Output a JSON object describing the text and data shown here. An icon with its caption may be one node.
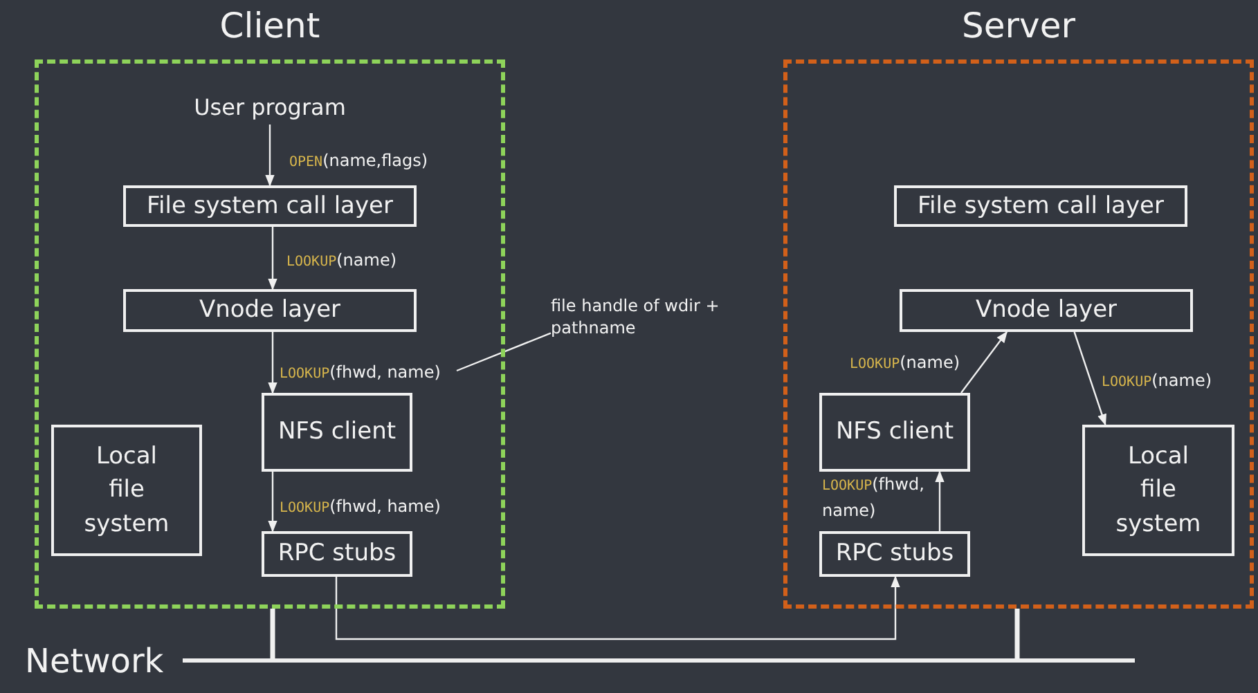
{
  "diagram": {
    "nodes": [
      {
        "text": [
          "Client"
        ]
      },
      {
        "text": [
          "User program"
        ],
        "in": 0
      },
      {
        "text": [
          "File system call layer"
        ],
        "in": 0
      },
      {
        "text": [
          "Vnode layer"
        ],
        "in": 0
      },
      {
        "text": [
          "NFS client"
        ],
        "in": 0
      },
      {
        "text": [
          "Local file system"
        ],
        "in": 0
      },
      {
        "text": [
          "RPC stubs"
        ],
        "in": 0
      },
      {
        "text": [
          "Server"
        ]
      },
      {
        "text": [
          "File system call layer"
        ],
        "in": 7
      },
      {
        "text": [
          "Vnode layer"
        ],
        "in": 7
      },
      {
        "text": [
          "NFS client"
        ],
        "in": 7
      },
      {
        "text": [
          "Local file system"
        ],
        "in": 7
      },
      {
        "text": [
          "RPC stubs"
        ],
        "in": 7
      },
      {
        "text": [],
        "shape": "bar",
        "beside": [
          "Network"
        ]
      },
      {
        "text": [
          "file handle of wdir + pathname"
        ]
      }
    ],
    "edges": [
      {
        "from": 1,
        "to": 2,
        "arrow": "to",
        "label": "OPEN(name,flags)"
      },
      {
        "from": 2,
        "to": 3,
        "arrow": "to",
        "label": "LOOKUP(name)"
      },
      {
        "from": 3,
        "to": 4,
        "arrow": "to",
        "label": "LOOKUP(fhwd, name)"
      },
      {
        "from": 4,
        "to": 6,
        "arrow": "to",
        "label": "LOOKUP(fhwd, hame)"
      },
      {
        "from": 6,
        "to": 12,
        "arrow": "to"
      },
      {
        "from": 12,
        "to": 10,
        "arrow": "to",
        "label": "LOOKUP(fhwd, name)"
      },
      {
        "from": 10,
        "to": 9,
        "arrow": "to",
        "label": "LOOKUP(name)"
      },
      {
        "from": 9,
        "to": 11,
        "arrow": "to",
        "label": "LOOKUP(name)"
      },
      {
        "from": 0,
        "to": 13,
        "arrow": "none",
        "style": "thick"
      },
      {
        "from": 7,
        "to": 13,
        "arrow": "none",
        "style": "thick"
      },
      {
        "from": 14,
        "to": null,
        "arrow": "none"
      }
    ]
  }
}
